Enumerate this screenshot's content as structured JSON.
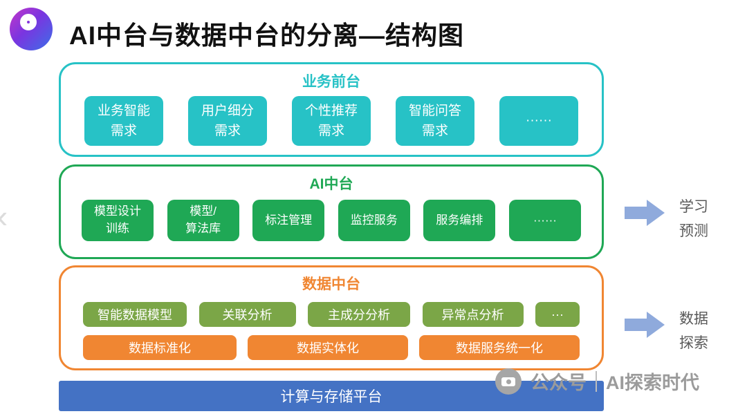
{
  "page": {
    "title": "AI中台与数据中台的分离—结构图"
  },
  "icons": {
    "prev_glyph": "‹"
  },
  "colors": {
    "frontend_teal": "#27C2C6",
    "ai_green": "#1FA855",
    "data_orange": "#F08632",
    "analysis_olive": "#7BA647",
    "platform_blue": "#4472C4",
    "arrow_blue": "#8FAADC"
  },
  "sections": {
    "frontend": {
      "title": "业务前台",
      "items": [
        {
          "label": "业务智能\n需求"
        },
        {
          "label": "用户细分\n需求"
        },
        {
          "label": "个性推荐\n需求"
        },
        {
          "label": "智能问答\n需求"
        },
        {
          "label": "······"
        }
      ]
    },
    "ai": {
      "title": "AI中台",
      "items": [
        {
          "label": "模型设计\n训练"
        },
        {
          "label": "模型/\n算法库"
        },
        {
          "label": "标注管理"
        },
        {
          "label": "监控服务"
        },
        {
          "label": "服务编排"
        },
        {
          "label": "······"
        }
      ]
    },
    "data": {
      "title": "数据中台",
      "row1": [
        {
          "label": "智能数据模型"
        },
        {
          "label": "关联分析"
        },
        {
          "label": "主成分分析"
        },
        {
          "label": "异常点分析"
        },
        {
          "label": "···"
        }
      ],
      "row2": [
        {
          "label": "数据标准化"
        },
        {
          "label": "数据实体化"
        },
        {
          "label": "数据服务统一化"
        }
      ]
    },
    "platform": {
      "label": "计算与存储平台"
    }
  },
  "annotations": {
    "ai_arrow_label": "学习\n预测",
    "data_arrow_label": "数据\n探索"
  },
  "watermark": {
    "channel": "公众号",
    "name": "AI探索时代"
  }
}
